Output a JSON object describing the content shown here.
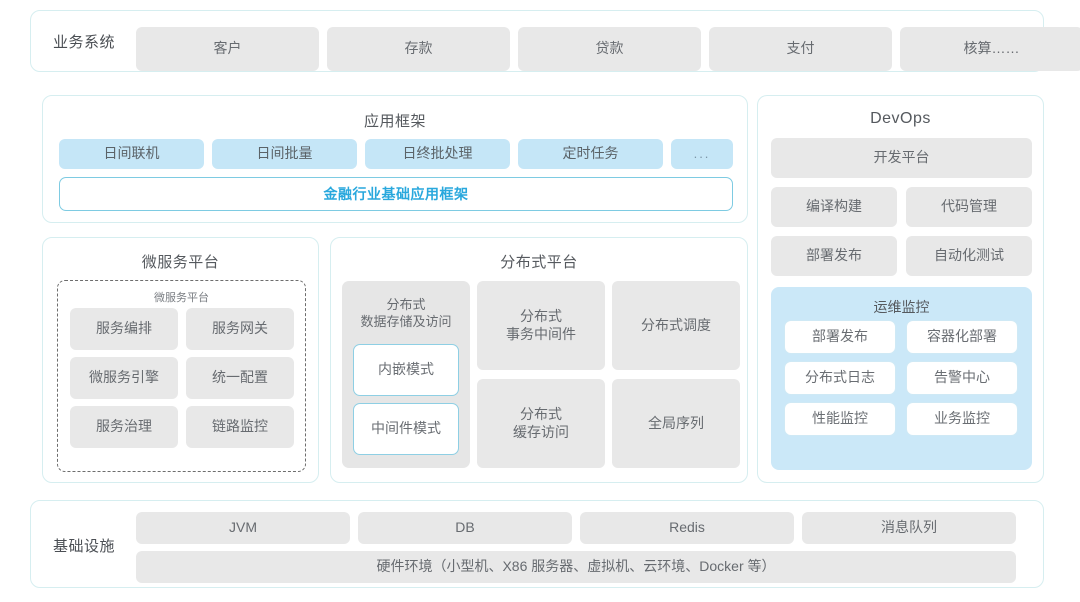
{
  "business": {
    "label": "业务系统",
    "items": [
      "客户",
      "存款",
      "贷款",
      "支付",
      "核算……"
    ]
  },
  "app_framework": {
    "title": "应用框架",
    "tags": [
      "日间联机",
      "日间批量",
      "日终批处理",
      "定时任务"
    ],
    "more_tag": "...",
    "framework_bar": "金融行业基础应用框架"
  },
  "devops": {
    "title": "DevOps",
    "platform": "开发平台",
    "items": [
      "编译构建",
      "代码管理",
      "部署发布",
      "自动化测试"
    ],
    "ops_panel": {
      "title": "运维监控",
      "items": [
        "部署发布",
        "容器化部署",
        "分布式日志",
        "告警中心",
        "性能监控",
        "业务监控"
      ]
    }
  },
  "microservice": {
    "title": "微服务平台",
    "inner_title": "微服务平台",
    "items": [
      "服务编排",
      "服务网关",
      "微服务引擎",
      "统一配置",
      "服务治理",
      "链路监控"
    ]
  },
  "distributed": {
    "title": "分布式平台",
    "storage": {
      "title": "分布式\n数据存储及访问",
      "modes": [
        "内嵌模式",
        "中间件模式"
      ]
    },
    "items": [
      "分布式\n事务中间件",
      "分布式调度",
      "分布式\n缓存访问",
      "全局序列"
    ]
  },
  "infrastructure": {
    "label": "基础设施",
    "items": [
      "JVM",
      "DB",
      "Redis",
      "消息队列"
    ],
    "hardware": "硬件环境（小型机、X86 服务器、虚拟机、云环境、Docker 等）"
  },
  "colors": {
    "card_border": "#d6eef0",
    "tile_grey": "#e8e8e8",
    "tile_blue": "#c5e6f7",
    "accent_cyan": "#29a8dd",
    "ops_panel_bg": "#cbe8f8"
  }
}
